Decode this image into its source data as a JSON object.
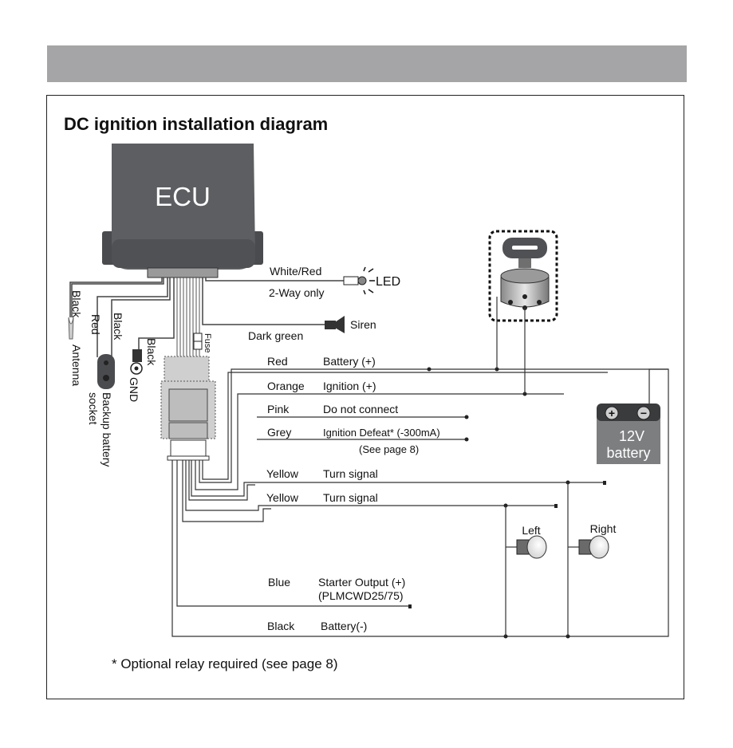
{
  "title": "DC ignition installation diagram",
  "footnote": "* Optional relay required (see page 8)",
  "ecu": {
    "label": "ECU"
  },
  "top_wires": {
    "led_wire": "White/Red",
    "led_note": "2-Way only",
    "led_device": "LED",
    "siren_wire": "Dark green",
    "siren_device": "Siren",
    "fuse": "Fuse"
  },
  "left_wires": {
    "antenna_color": "Black",
    "antenna_label": "Antenna",
    "backup_color_1": "Red",
    "backup_color_2": "Black",
    "backup_label_1": "Backup battery",
    "backup_label_2": "socket",
    "gnd_color": "Black",
    "gnd_label": "GND"
  },
  "harness": [
    {
      "color": "Red",
      "function": "Battery (+)"
    },
    {
      "color": "Orange",
      "function": "Ignition (+)"
    },
    {
      "color": "Pink",
      "function": "Do not connect"
    },
    {
      "color": "Grey",
      "function": "Ignition Defeat* (-300mA)",
      "note": "(See page 8)"
    },
    {
      "color": "Yellow",
      "function": "Turn signal"
    },
    {
      "color": "Yellow",
      "function": "Turn signal"
    },
    {
      "color": "Blue",
      "function": "Starter Output (+)",
      "note": "(PLMCWD25/75)"
    },
    {
      "color": "Black",
      "function": "Battery(-)"
    }
  ],
  "battery": {
    "plus": "+",
    "minus": "−",
    "voltage": "12V",
    "label": "battery"
  },
  "lamps": {
    "left": "Left",
    "right": "Right"
  },
  "colors": {
    "header": "#a5a5a7",
    "ecu_body": "#5d5e61",
    "battery": "#7d7e80",
    "connector": "#cfcfcf"
  }
}
